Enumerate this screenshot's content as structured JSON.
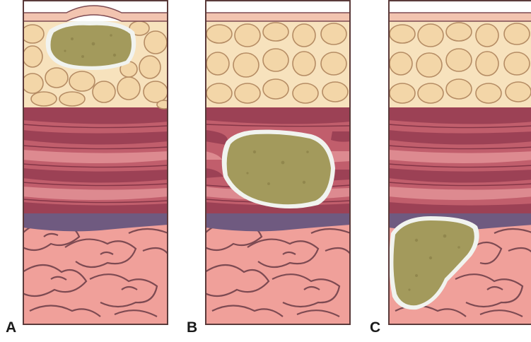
{
  "panels": [
    {
      "id": "A",
      "label": "A"
    },
    {
      "id": "B",
      "label": "B"
    },
    {
      "id": "C",
      "label": "C"
    }
  ],
  "colors": {
    "skin": "#f2c4b0",
    "fat": "#f7e2bd",
    "fat_outline": "#b58c64",
    "muscle_dark": "#9c4155",
    "muscle_mid": "#c15e6c",
    "muscle_light": "#dd8a90",
    "fascia": "#6f5a80",
    "intestine": "#f0a09a",
    "intestine_outline": "#7d4a52",
    "mass": "#a39a5c",
    "mass_halo": "#f1f3ef",
    "border": "#5a3a3a"
  }
}
